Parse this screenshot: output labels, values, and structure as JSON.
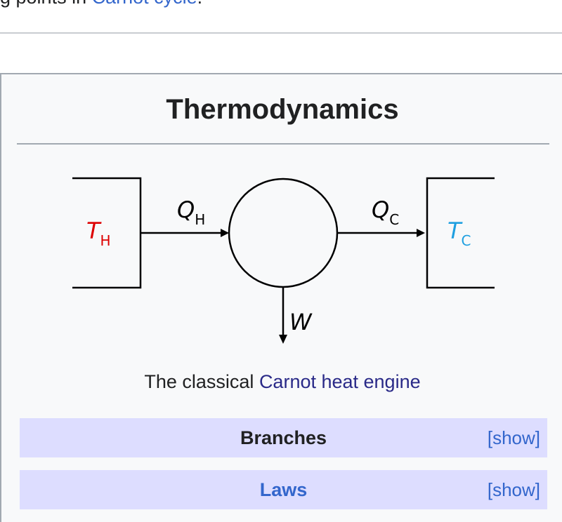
{
  "header": {
    "text_prefix": "g points in ",
    "link_text": "Carnot cycle",
    "text_suffix": "."
  },
  "infobox": {
    "title": "Thermodynamics",
    "diagram": {
      "hot_label": "T",
      "hot_sub": "H",
      "cold_label": "T",
      "cold_sub": "C",
      "heat_in_label": "Q",
      "heat_in_sub": "H",
      "heat_out_label": "Q",
      "heat_out_sub": "C",
      "work_label": "W",
      "hot_color": "#dd0000",
      "cold_color": "#1e9fe0"
    },
    "caption_prefix": "The classical ",
    "caption_link": "Carnot heat engine",
    "sections": [
      {
        "label": "Branches",
        "toggle": "[show]"
      },
      {
        "label": "Laws",
        "toggle": "[show]"
      }
    ]
  }
}
